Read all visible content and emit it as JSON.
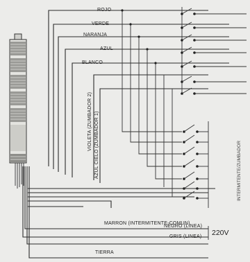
{
  "wires": {
    "rojo": "ROJO",
    "verde": "VERDE",
    "naranja": "NARANJA",
    "azul": "AZUL",
    "blanco": "BLANCO",
    "violeta": "VIOLETA (ZUMBADOR 2)",
    "azul_cielo": "AZUL CIELO (ZUMBADOR 1)",
    "marron": "MARRON (INTERMITENTE-COMUN)",
    "negro": "NEGRO (LINEA)",
    "gris": "GRIS (LINEA)",
    "voltage": "220V",
    "tierra": "TIERRA"
  },
  "side_note": "INTERMITENTE/ZUMBADOR"
}
